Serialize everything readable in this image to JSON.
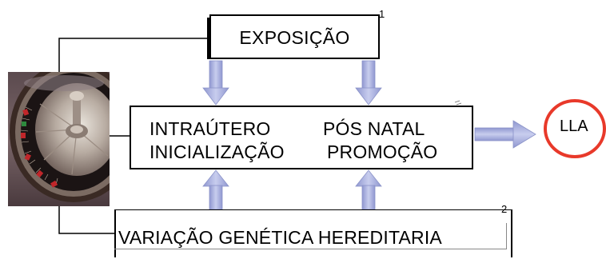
{
  "diagram": {
    "top_box": {
      "label": "EXPOSIÇÃO",
      "corner_mark": "1"
    },
    "center_box": {
      "left_line1": "INTRAÚTERO",
      "left_line2": "INICIALIZAÇÃO",
      "right_line1": "PÓS NATAL",
      "right_line2": "PROMOÇÃO"
    },
    "bottom_box": {
      "label": "VARIAÇÃO GENÉTICA HEREDITARIA",
      "corner_mark": "2"
    },
    "outcome": {
      "label": "LLA",
      "highlight_color": "#e8392a"
    },
    "arrow_color": "#a9b0dc",
    "image": {
      "name": "roulette-wheel-image"
    }
  }
}
